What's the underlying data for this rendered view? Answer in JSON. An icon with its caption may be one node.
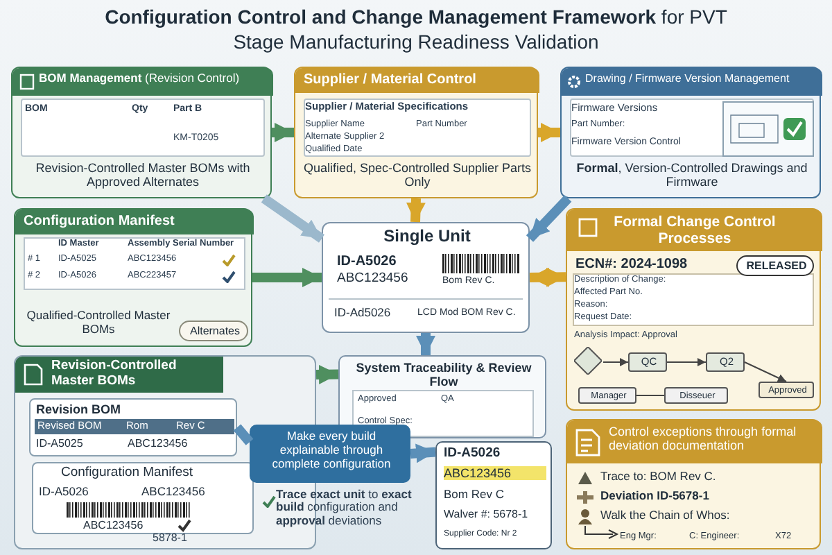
{
  "diagram": {
    "title": "**Configuration Control and Change Management Framework** for PVT Stage Manufacturing Readiness Validation",
    "nodes": [
      {
        "text": [
          "**BOM Management** (Revision Control)",
          "Revision-Controlled Master BOMs with Approved Alternates"
        ]
      },
      {
        "text": [
          "Supplier / Material Control",
          "Qualified, Spec-Controlled Supplier Parts Only"
        ]
      },
      {
        "text": [
          "Drawing / Firmware Version Management",
          "**Formal**, Version-Controlled Drawings and Firmware"
        ]
      },
      {
        "text": [
          "Configuration Manifest",
          "Qualified-Controlled Master BOMs"
        ]
      },
      {
        "text": [
          "Alternates"
        ],
        "in": 3
      },
      {
        "text": [
          "Single Unit",
          "ID-A5026",
          "ABC123456",
          "Bom Rev C.",
          "ID-Ad5026",
          "LCD Mod BOM Rev C."
        ]
      },
      {
        "text": [
          "Formal Change Control Processes",
          "ECN#: 2024-1098"
        ]
      },
      {
        "text": [
          "RELEASED"
        ],
        "in": 6
      },
      {
        "text": [],
        "shape": "diamond",
        "in": 6
      },
      {
        "text": [
          "QC"
        ],
        "in": 6
      },
      {
        "text": [
          "Q2"
        ],
        "in": 6
      },
      {
        "text": [
          "Approved"
        ],
        "in": 6
      },
      {
        "text": [
          "Manager"
        ],
        "in": 6
      },
      {
        "text": [
          "Disseuer"
        ],
        "in": 6
      },
      {
        "text": [
          "System Traceability & Review Flow"
        ]
      },
      {
        "text": [
          "Revision-Controlled Master BOMs"
        ]
      },
      {
        "text": [
          "Revision BOM",
          "Revised BOM",
          "Rom",
          "Rev C",
          "ID-A5025",
          "ABC123456"
        ],
        "in": 15
      },
      {
        "text": [
          "Configuration Manifest",
          "ID-A5026",
          "ABC123456",
          "ABC123456"
        ],
        "in": 15
      },
      {
        "text": [
          "Make every build explainable through complete configuration"
        ]
      },
      {
        "text": [
          "ID-A5026",
          "ABC123456",
          "Bom Rev C",
          "Walver #: 5678-1",
          "Supplier Code: Nr 2"
        ]
      },
      {
        "text": [
          "Control exceptions through formal deviation documentation",
          "Trace to: BOM Rev C.",
          "Deviation ID-5678-1",
          "Walk the Chain of Whos:",
          "Eng Mgr:",
          "C: Engineer:",
          "X72"
        ]
      }
    ],
    "edges": [
      {
        "from": 0,
        "to": 1,
        "arrow": "to",
        "color": "#4f8f5f"
      },
      {
        "from": 1,
        "to": 2,
        "arrow": "to",
        "color": "#d9a62a"
      },
      {
        "from": 0,
        "to": 5,
        "arrow": "to",
        "color": "#9bb8cc"
      },
      {
        "from": 1,
        "to": 5,
        "arrow": "to",
        "color": "#d9a62a"
      },
      {
        "from": 2,
        "to": 5,
        "arrow": "to",
        "color": "#5b8fb8"
      },
      {
        "from": 3,
        "to": 5,
        "arrow": "to",
        "color": "#4f8f5f"
      },
      {
        "from": 6,
        "to": 5,
        "arrow": "both",
        "color": "#d9a62a"
      },
      {
        "from": 5,
        "to": 14,
        "arrow": "to",
        "color": "#5b8fb8"
      },
      {
        "from": 15,
        "to": 14,
        "arrow": "to",
        "color": "#4f8f5f"
      },
      {
        "from": 16,
        "to": 18,
        "arrow": "none",
        "color": "#5b8fb8"
      },
      {
        "from": 18,
        "to": 19,
        "arrow": "to",
        "color": "#5b8fb8"
      },
      {
        "from": 8,
        "to": 9,
        "arrow": "to",
        "color": "#444444"
      },
      {
        "from": 9,
        "to": 10,
        "arrow": "to",
        "color": "#444444"
      },
      {
        "from": 10,
        "to": 11,
        "arrow": "to",
        "color": "#444444"
      },
      {
        "from": 12,
        "to": 13,
        "arrow": "none",
        "color": "#444444"
      }
    ],
    "labels": [
      "BOM",
      "Qty",
      "Part B",
      "KM-T0205",
      "Supplier / Material Specifications",
      "Supplier Name",
      "Part Number",
      "Alternate Supplier 2",
      "Qualified Date",
      "Firmware Versions",
      "Part Number:",
      "Firmware Version Control",
      "ID Master",
      "Assembly Serial Number",
      "# 1",
      "ID-A5025",
      "ABC123456",
      "# 2",
      "ID-A5026",
      "ABC223457",
      "Description of Change:",
      "Affected Part No.",
      "Reason:",
      "Request Date:",
      "Analysis Impact: Approval",
      "Approved",
      "QA",
      "Control Spec:",
      "5878-1",
      "**Trace exact unit** to **exact build** configuration and **approval** deviations"
    ]
  }
}
